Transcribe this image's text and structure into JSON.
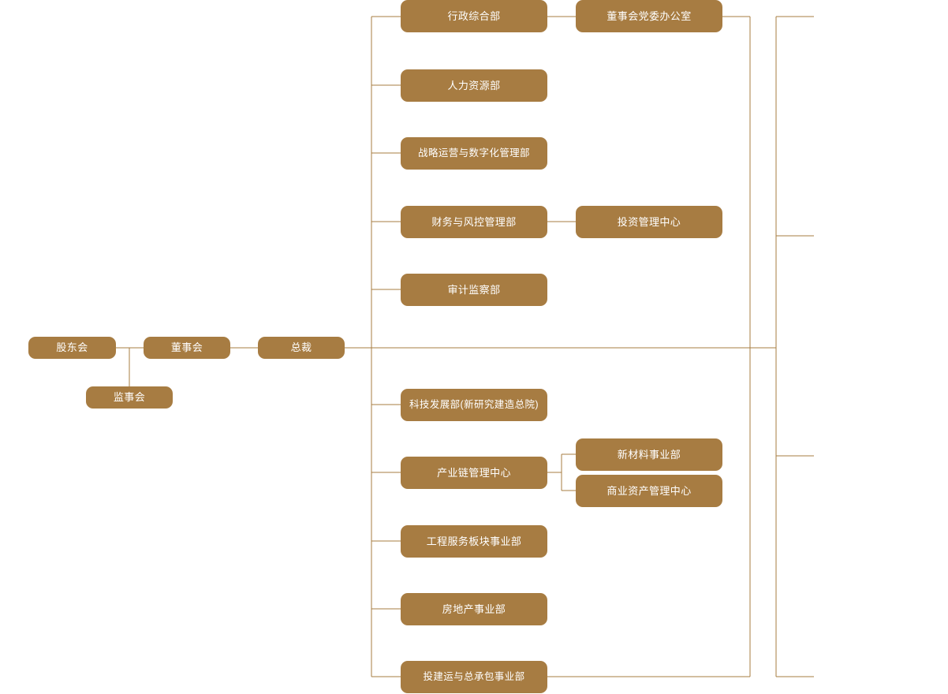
{
  "colors": {
    "node_fill": "#a77c42",
    "node_text": "#ffffff",
    "connector": "#a77c42",
    "background": "#ffffff"
  },
  "governance": {
    "shareholders_meeting": "股东会",
    "board_of_directors": "董事会",
    "supervisory_board": "监事会",
    "president": "总裁"
  },
  "functional_departments": [
    {
      "label": "行政综合部"
    },
    {
      "label": "人力资源部"
    },
    {
      "label": "战略运营与数字化管理部"
    },
    {
      "label": "财务与风控管理部"
    },
    {
      "label": "审计监察部"
    }
  ],
  "business_units": [
    {
      "label": "科技发展部(新研究建造总院)"
    },
    {
      "label": "产业链管理中心"
    },
    {
      "label": "工程服务板块事业部"
    },
    {
      "label": "房地产事业部"
    },
    {
      "label": "投建运与总承包事业部"
    }
  ],
  "second_level": [
    {
      "label": "董事会党委办公室",
      "parent": "行政综合部"
    },
    {
      "label": "投资管理中心",
      "parent": "财务与风控管理部"
    },
    {
      "label": "新材料事业部",
      "parent": "产业链管理中心"
    },
    {
      "label": "商业资产管理中心",
      "parent": "产业链管理中心"
    }
  ]
}
